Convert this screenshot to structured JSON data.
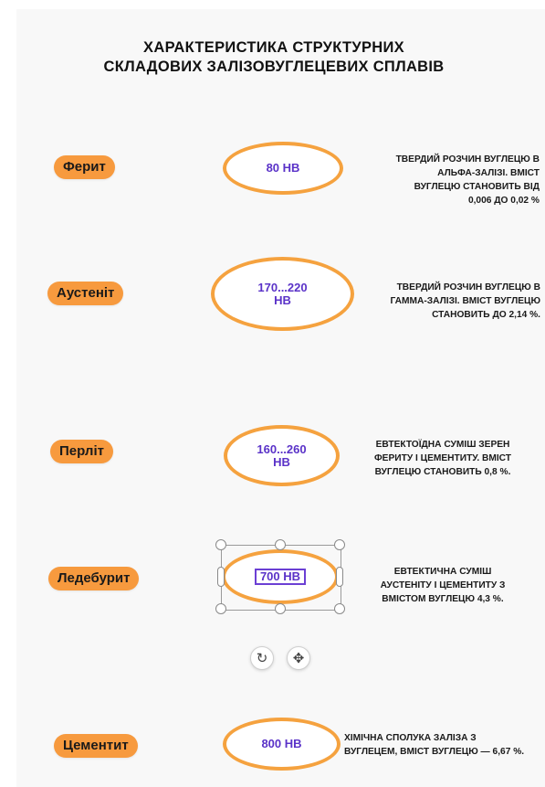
{
  "title": {
    "line1": "ХАРАКТЕРИСТИКА СТРУКТУРНИХ",
    "line2": "СКЛАДОВИХ ЗАЛІЗОВУГЛЕЦЕВИХ СПЛАВІВ"
  },
  "colors": {
    "accent": "#f79a3e",
    "node_border": "#f5a23f",
    "node_text": "#5a32c8"
  },
  "rows": [
    {
      "name": "Ферит",
      "hardness": "80 HB",
      "desc": [
        "ТВЕРДИЙ РОЗЧИН ВУГЛЕЦЮ В",
        "АЛЬФА-ЗАЛІЗІ. ВМІСТ",
        "ВУГЛЕЦЮ СТАНОВИТЬ ВІД",
        "0,006 ДО 0,02 %"
      ]
    },
    {
      "name": "Аустеніт",
      "hardness_line1": "170...220",
      "hardness_line2": "HB",
      "desc": [
        "ТВЕРДИЙ РОЗЧИН ВУГЛЕЦЮ В",
        "ГАММА-ЗАЛІЗІ.  ВМІСТ ВУГЛЕЦЮ",
        "СТАНОВИТЬ ДО 2,14 %."
      ]
    },
    {
      "name": "Перліт",
      "hardness_line1": "160...260",
      "hardness_line2": "HB",
      "desc": [
        "ЕВТЕКТОЇДНА СУМІШ ЗЕРЕН",
        "ФЕРИТУ І ЦЕМЕНТИТУ. ВМІСТ",
        "ВУГЛЕЦЮ СТАНОВИТЬ 0,8 %."
      ]
    },
    {
      "name": "Ледебурит",
      "hardness": "700 HB",
      "desc": [
        "ЕВТЕКТИЧНА СУМІШ",
        "АУСТЕНІТУ І ЦЕМЕНТИТУ З",
        "ВМІСТОМ ВУГЛЕЦЮ 4,3 %."
      ]
    },
    {
      "name": "Цементит",
      "hardness": "800 HB",
      "desc": [
        "ХІМІЧНА СПОЛУКА ЗАЛІЗА З",
        "ВУГЛЕЦЕМ, ВМІСТ ВУГЛЕЦЮ — 6,67 %."
      ]
    }
  ],
  "toolbar": {
    "rotate_icon": "rotate-icon",
    "move_icon": "move-icon"
  }
}
